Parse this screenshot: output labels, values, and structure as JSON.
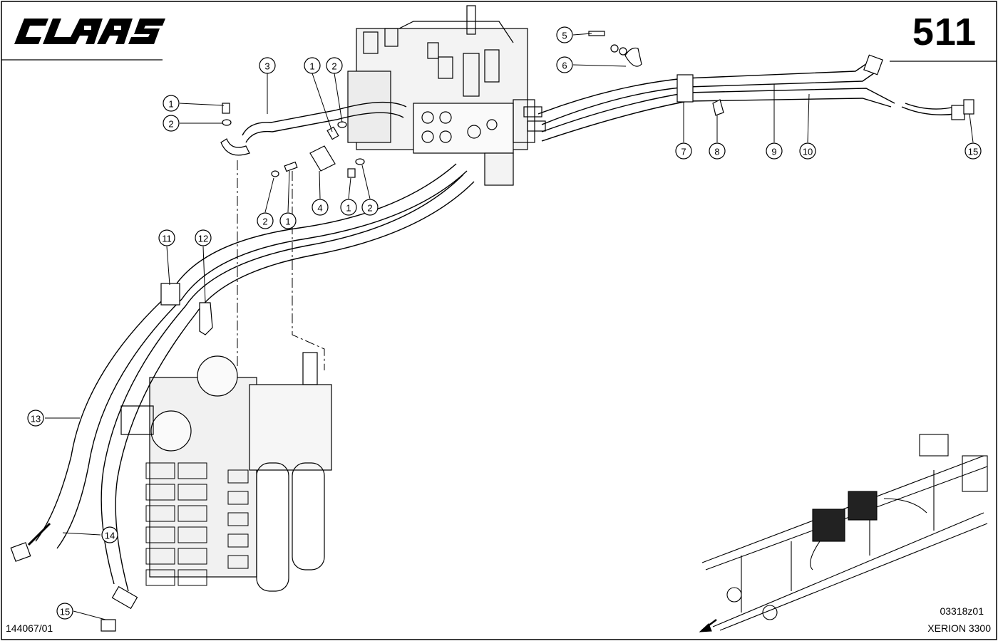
{
  "header": {
    "brand": "CLAAS",
    "page_number": "511"
  },
  "footer": {
    "drawing_ref": "144067/01",
    "image_code": "03318z01",
    "model": "XERION 3300"
  },
  "callouts": [
    {
      "id": "c-1a",
      "label": "1"
    },
    {
      "id": "c-2a",
      "label": "2"
    },
    {
      "id": "c-3",
      "label": "3"
    },
    {
      "id": "c-1b",
      "label": "1"
    },
    {
      "id": "c-2b",
      "label": "2"
    },
    {
      "id": "c-2c",
      "label": "2"
    },
    {
      "id": "c-1c",
      "label": "1"
    },
    {
      "id": "c-4",
      "label": "4"
    },
    {
      "id": "c-1d",
      "label": "1"
    },
    {
      "id": "c-2d",
      "label": "2"
    },
    {
      "id": "c-5",
      "label": "5"
    },
    {
      "id": "c-6",
      "label": "6"
    },
    {
      "id": "c-7",
      "label": "7"
    },
    {
      "id": "c-8",
      "label": "8"
    },
    {
      "id": "c-9",
      "label": "9"
    },
    {
      "id": "c-10",
      "label": "10"
    },
    {
      "id": "c-15a",
      "label": "15"
    },
    {
      "id": "c-11",
      "label": "11"
    },
    {
      "id": "c-12",
      "label": "12"
    },
    {
      "id": "c-13",
      "label": "13"
    },
    {
      "id": "c-14",
      "label": "14"
    },
    {
      "id": "c-15b",
      "label": "15"
    }
  ]
}
